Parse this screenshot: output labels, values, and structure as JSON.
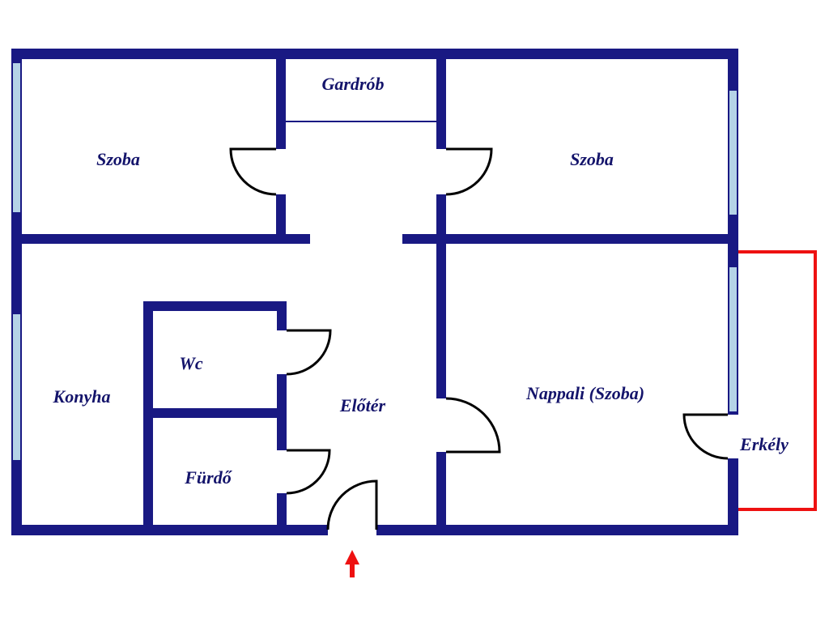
{
  "colors": {
    "wall": "#191983",
    "window": "#b5d3e7",
    "door": "#000000",
    "balcony": "#ee1111",
    "arrow": "#ee1111",
    "label": "#14146b",
    "background": "#ffffff"
  },
  "rooms": {
    "szoba_left": {
      "label": "Szoba"
    },
    "gardrob": {
      "label": "Gardrób"
    },
    "szoba_right": {
      "label": "Szoba"
    },
    "konyha": {
      "label": "Konyha"
    },
    "wc": {
      "label": "Wc"
    },
    "eloter": {
      "label": "Előtér"
    },
    "furdo": {
      "label": "Fürdő"
    },
    "nappali": {
      "label": "Nappali (Szoba)"
    },
    "erkely": {
      "label": "Erkély"
    }
  }
}
